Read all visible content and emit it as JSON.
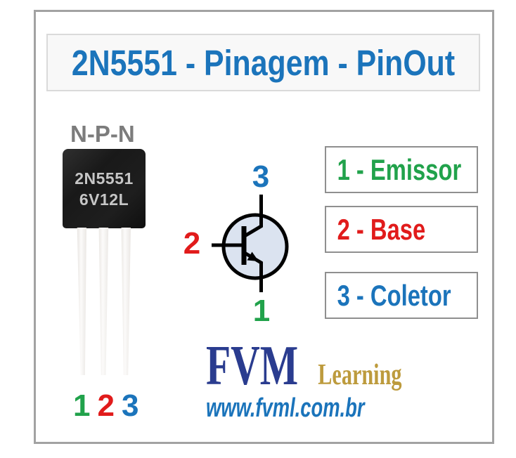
{
  "title": "2N5551 - Pinagem - PinOut",
  "package": {
    "type_label": "N-P-N",
    "marking_line1": "2N5551",
    "marking_line2": "6V12L",
    "pin_numbers": [
      "1",
      "2",
      "3"
    ]
  },
  "symbol": {
    "pin_top": "3",
    "pin_left": "2",
    "pin_bottom": "1"
  },
  "legend": [
    {
      "label": "1 - Emissor",
      "color": "#21a24b"
    },
    {
      "label": "2 - Base",
      "color": "#e11b1b"
    },
    {
      "label": "3 - Coletor",
      "color": "#1b74bb"
    }
  ],
  "footer": {
    "brand": "FVM",
    "brand_suffix": "Learning",
    "website": "www.fvml.com.br"
  },
  "colors": {
    "accent_blue": "#1b74bb",
    "accent_red": "#e11b1b",
    "accent_green": "#21a24b",
    "brand_navy": "#2a3c8f",
    "brand_gold": "#bd9b3d",
    "symbol_fill": "#dbe3f0",
    "frame_border": "#a2a2a2"
  }
}
